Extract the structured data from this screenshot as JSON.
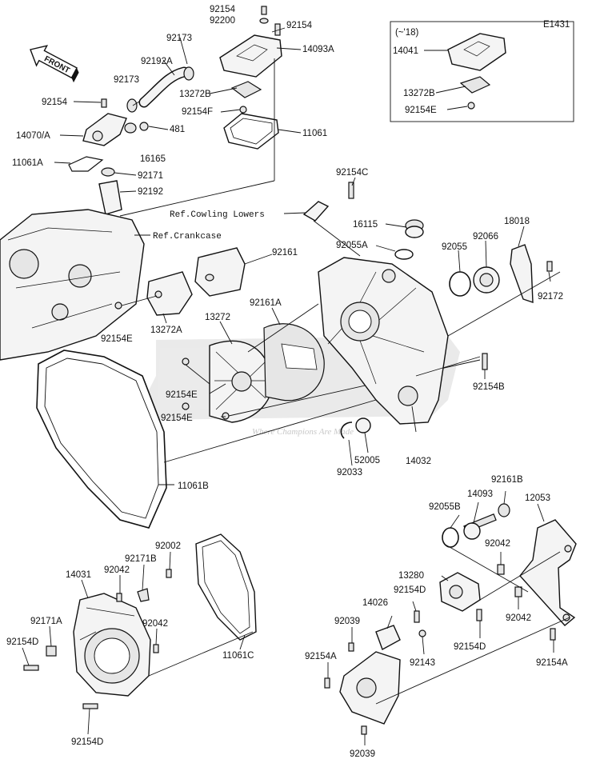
{
  "diagram": {
    "code": "E1431",
    "front_label": "FRONT",
    "inset_label": "(~'18)",
    "watermark": "Where Champions",
    "watermark_suffix": "Are Made",
    "refs": {
      "cowling": "Ref.Cowling Lowers",
      "crankcase": "Ref.Crankcase"
    },
    "labels": {
      "p92154_t1": "92154",
      "p92200": "92200",
      "p92154_t2": "92154",
      "p92173_a": "92173",
      "p14093A": "14093A",
      "p92192A": "92192A",
      "p92173_b": "92173",
      "p13272B": "13272B",
      "p92154F": "92154F",
      "p92154_l": "92154",
      "p481": "481",
      "p11061": "11061",
      "p14070A": "14070/A",
      "p16165": "16165",
      "p11061A": "11061A",
      "p92171": "92171",
      "p92192": "92192",
      "i14041": "14041",
      "i13272B": "13272B",
      "i92154E": "92154E",
      "p92154C": "92154C",
      "p16115": "16115",
      "p18018": "18018",
      "p92055A": "92055A",
      "p92055": "92055",
      "p92066": "92066",
      "p92161": "92161",
      "p92172": "92172",
      "p92154E_1": "92154E",
      "p13272A": "13272A",
      "p13272": "13272",
      "p92161A": "92161A",
      "p92154E_2": "92154E",
      "p92154E_3": "92154E",
      "p92154B": "92154B",
      "p52005": "52005",
      "p92033": "92033",
      "p14032": "14032",
      "p11061B": "11061B",
      "p92161B": "92161B",
      "p14093": "14093",
      "p92055B": "92055B",
      "p12053": "12053",
      "p92042_r1": "92042",
      "p13280": "13280",
      "p92154D_r": "92154D",
      "p14026": "14026",
      "p92042_r2": "92042",
      "p92039_a": "92039",
      "p92143": "92143",
      "p92154D_r2": "92154D",
      "p92154A_l": "92154A",
      "p92154A_r": "92154A",
      "p92039_b": "92039",
      "p92002": "92002",
      "p92171B": "92171B",
      "p14031": "14031",
      "p92042_l": "92042",
      "p92171A": "92171A",
      "p92042_l2": "92042",
      "p92154D_l": "92154D",
      "p11061C": "11061C",
      "p92154D_b": "92154D"
    }
  }
}
